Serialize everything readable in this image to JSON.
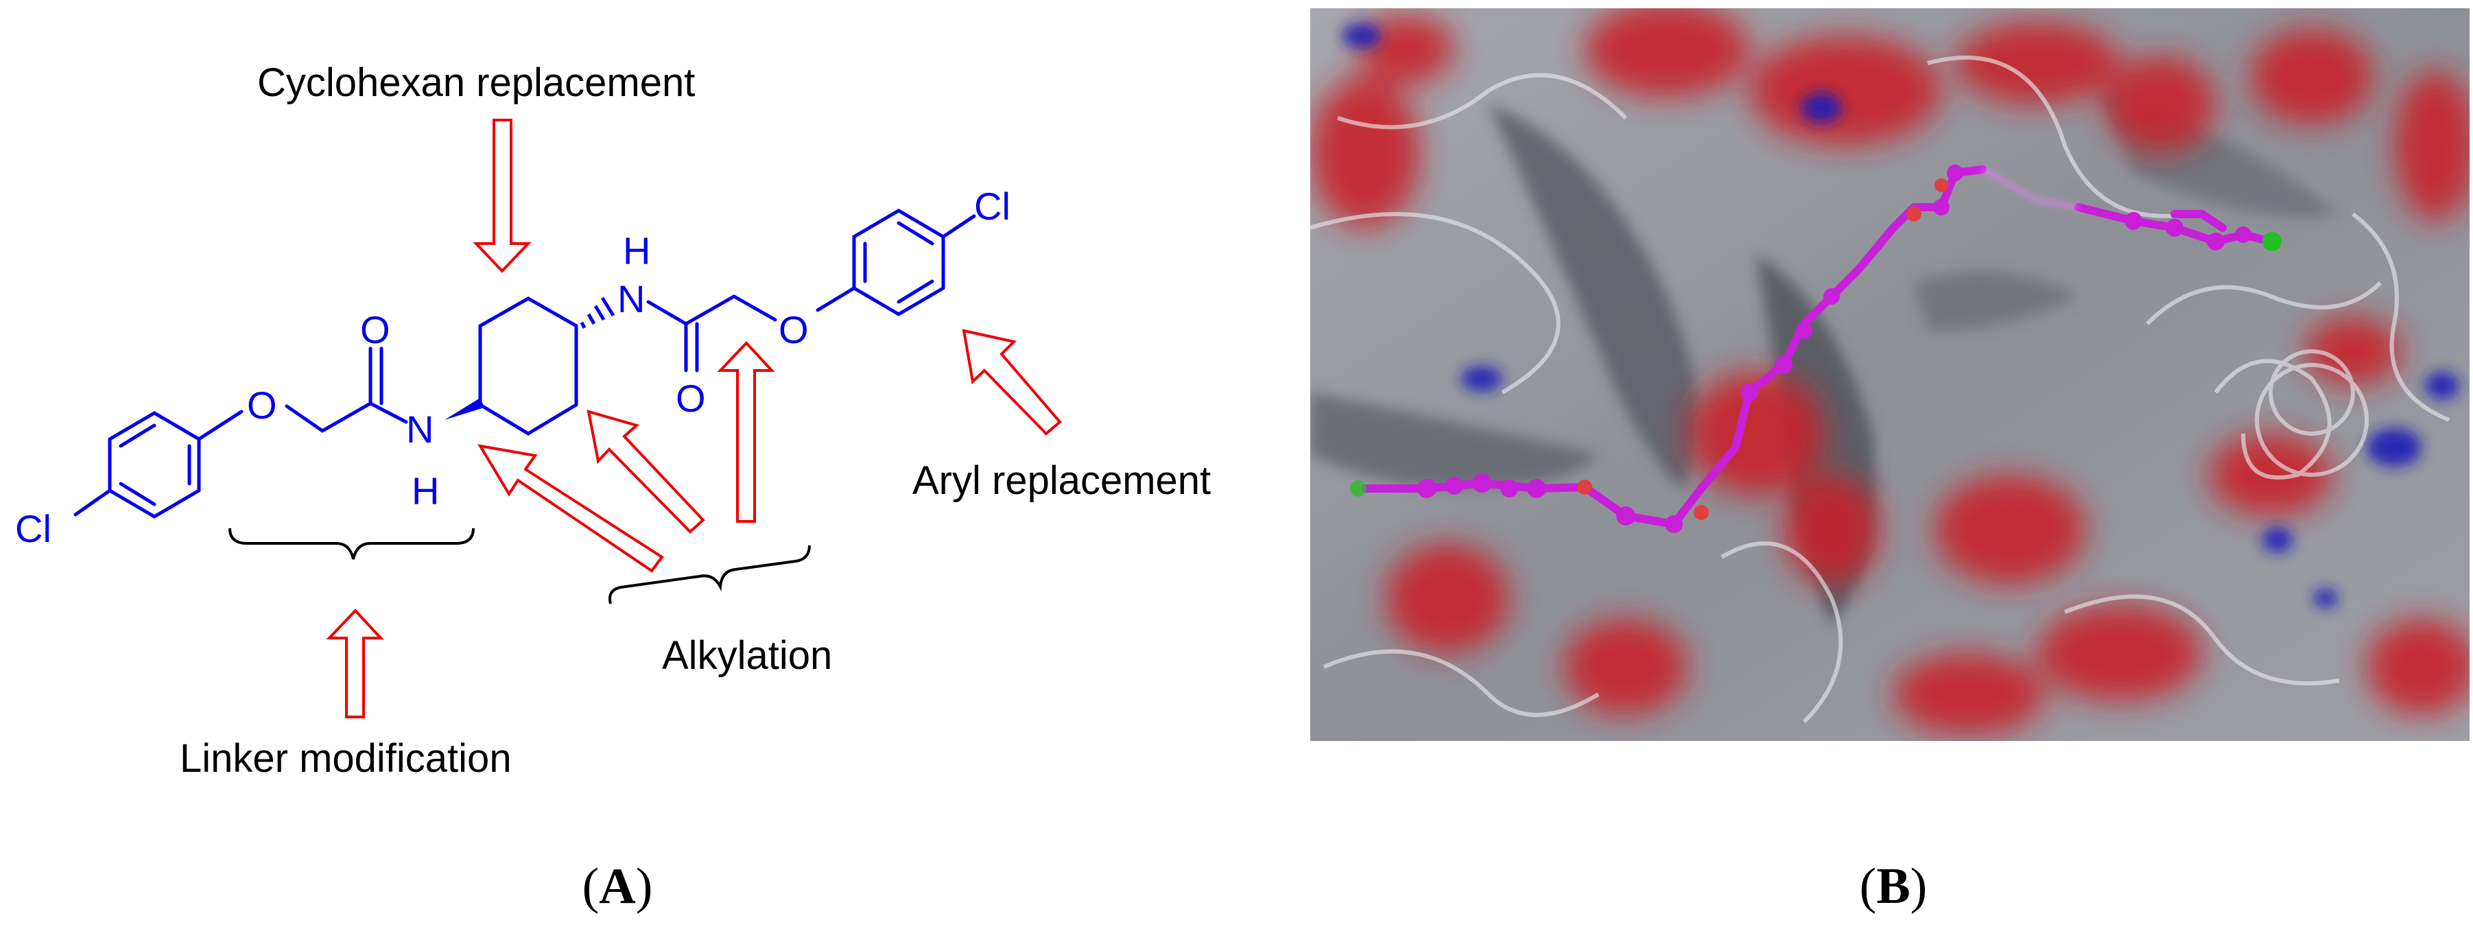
{
  "panel_a": {
    "labels": {
      "cyclohexan": "Cyclohexan replacement",
      "linker": "Linker modification",
      "alkylation": "Alkylation",
      "aryl": "Aryl replacement"
    },
    "atoms": {
      "cl_left": "Cl",
      "cl_right": "Cl",
      "o_ether_left": "O",
      "o_carbonyl_left": "O",
      "n_left": "N",
      "h_left": "H",
      "n_right": "N",
      "h_right": "H",
      "o_carbonyl_right": "O",
      "o_ether_right": "O"
    },
    "colors": {
      "molecule": "#0000ee",
      "arrows": "#ee0000",
      "labels": "#000000"
    }
  },
  "panel_b": {
    "description_colors": {
      "surface": "#9a9ca3",
      "oxygen": "#c8242a",
      "nitrogen": "#1a1ab8",
      "ligand": "#c820d8",
      "chlorine": "#22c022"
    }
  },
  "captions": {
    "a": "A",
    "b": "B"
  }
}
